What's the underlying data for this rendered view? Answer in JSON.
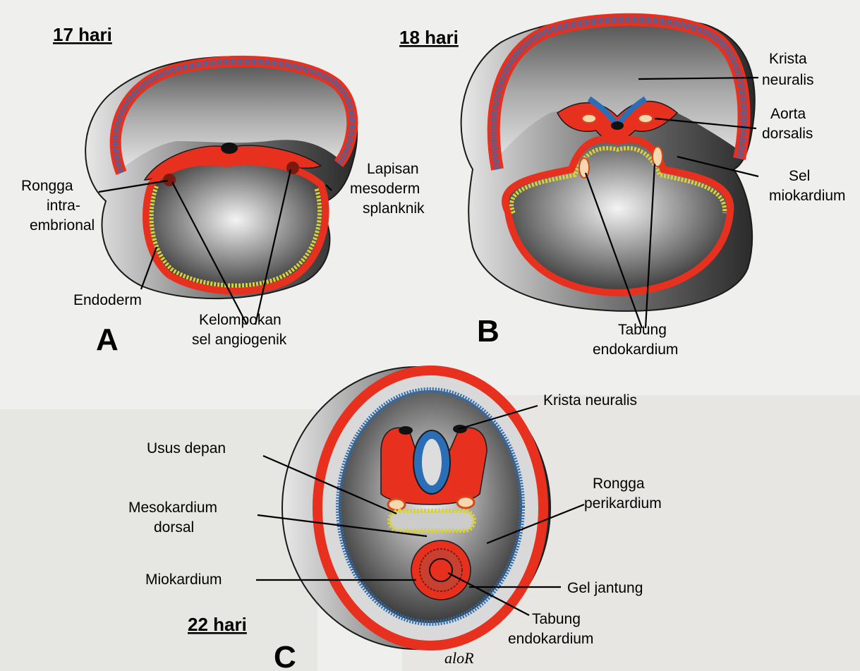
{
  "panels": {
    "a": {
      "letter": "A",
      "age": "17 hari",
      "labels": {
        "rongga_1": "Rongga",
        "rongga_2": "intra-",
        "rongga_3": "embrional",
        "lapisan_1": "Lapisan",
        "lapisan_2": "mesoderm",
        "lapisan_3": "splanknik",
        "endoderm": "Endoderm",
        "kelompokan_1": "Kelompokan",
        "kelompokan_2": "sel angiogenik"
      }
    },
    "b": {
      "letter": "B",
      "age": "18 hari",
      "labels": {
        "krista_1": "Krista",
        "krista_2": "neuralis",
        "aorta_1": "Aorta",
        "aorta_2": "dorsalis",
        "sel_1": "Sel",
        "sel_2": "miokardium",
        "tabung_1": "Tabung",
        "tabung_2": "endokardium"
      }
    },
    "c": {
      "letter": "C",
      "age": "22 hari",
      "labels": {
        "krista": "Krista neuralis",
        "usus": "Usus depan",
        "rongga_1": "Rongga",
        "rongga_2": "perikardium",
        "meso_1": "Mesokardium",
        "meso_2": "dorsal",
        "miokardium": "Miokardium",
        "gel": "Gel jantung",
        "tabung_1": "Tabung",
        "tabung_2": "endokardium"
      }
    }
  },
  "signature": "aloR",
  "colors": {
    "mesoderm": "#e8301f",
    "ectoderm": "#2c6eb5",
    "endoderm": "#d8d23a",
    "cavity": "#5a5a5a",
    "outline": "#1a1a1a"
  }
}
